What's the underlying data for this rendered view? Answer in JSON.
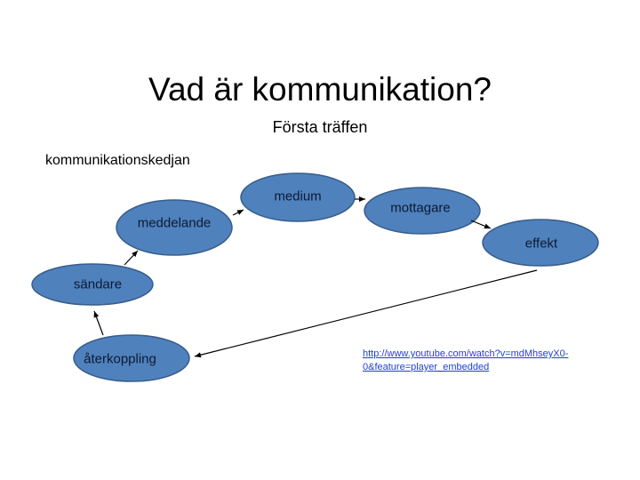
{
  "slide": {
    "title": "Vad är kommunikation?",
    "subtitle": "Första träffen",
    "section_label": "kommunikationskedjan",
    "link": {
      "line1": "http://www.youtube.com/watch?v=mdMhseyX0-",
      "line2": "0&feature=player_embedded"
    }
  },
  "diagram": {
    "node_fill": "#4f81bd",
    "node_stroke": "#385d8a",
    "nodes": [
      {
        "id": "medium",
        "label": "medium"
      },
      {
        "id": "mottagare",
        "label": "mottagare"
      },
      {
        "id": "meddelande",
        "label": "meddelande"
      },
      {
        "id": "effekt",
        "label": "effekt"
      },
      {
        "id": "sandare",
        "label": "sändare"
      },
      {
        "id": "aterkoppling",
        "label": "återkoppling"
      }
    ],
    "edges": [
      {
        "from": "sändare",
        "to": "meddelande"
      },
      {
        "from": "meddelande",
        "to": "medium"
      },
      {
        "from": "medium",
        "to": "mottagare"
      },
      {
        "from": "mottagare",
        "to": "effekt"
      },
      {
        "from": "effekt",
        "to": "återkoppling"
      },
      {
        "from": "återkoppling",
        "to": "sändare"
      }
    ]
  }
}
